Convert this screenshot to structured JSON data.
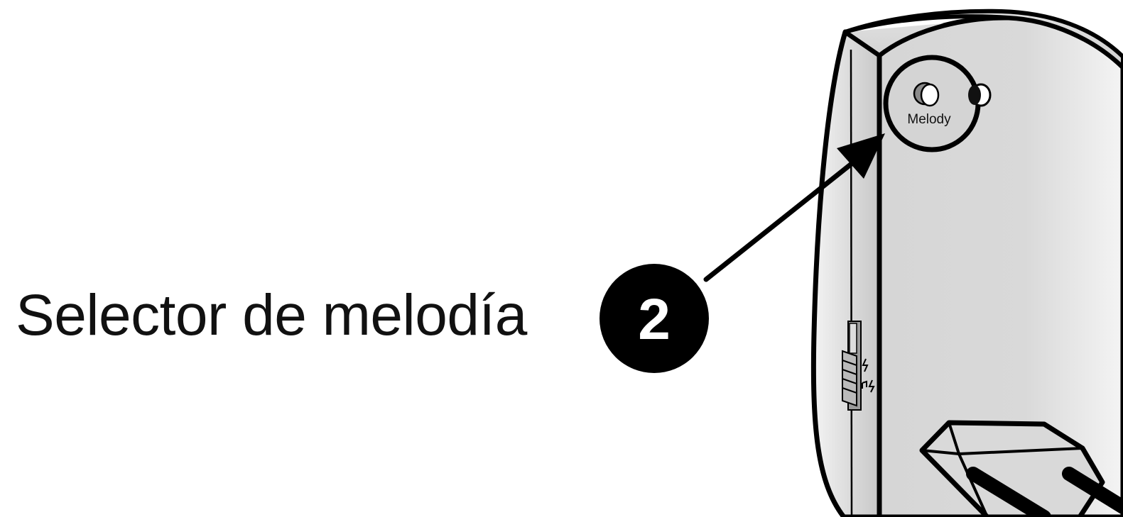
{
  "caption": "Selector de melodía",
  "step_number": "2",
  "device_button_label": "Melody",
  "colors": {
    "outline": "#000000",
    "device_fill": "#d2d2d2",
    "device_highlight": "#f2f2f2",
    "background": "#ffffff"
  },
  "icons": [
    "arrow-pointer-icon",
    "melody-button-icon",
    "led-indicator-icon",
    "slide-switch-icon",
    "power-plug-icon"
  ]
}
